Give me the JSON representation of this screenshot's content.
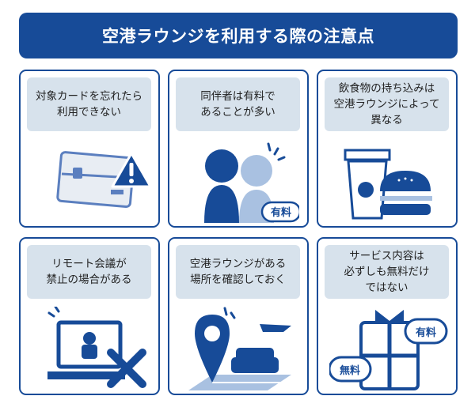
{
  "title": "空港ラウンジを利用する際の注意点",
  "colors": {
    "navy": "#174b98",
    "label_bg": "#d7e2ec",
    "light_blue": "#a9c1e1"
  },
  "cards": [
    {
      "label": "対象カードを忘れたら\n利用できない",
      "icon": "credit-card-warning-icon"
    },
    {
      "label": "同伴者は有料で\nあることが多い",
      "icon": "companion-people-icon",
      "badge": "有料"
    },
    {
      "label": "飲食物の持ち込みは\n空港ラウンジによって\n異なる",
      "icon": "food-drink-icon"
    },
    {
      "label": "リモート会議が\n禁止の場合がある",
      "icon": "laptop-prohibited-icon"
    },
    {
      "label": "空港ラウンジがある\n場所を確認しておく",
      "icon": "location-lounge-icon"
    },
    {
      "label": "サービス内容は\n必ずしも無料だけ\nではない",
      "icon": "gift-price-icon",
      "badge_free": "無料",
      "badge_paid": "有料"
    }
  ]
}
